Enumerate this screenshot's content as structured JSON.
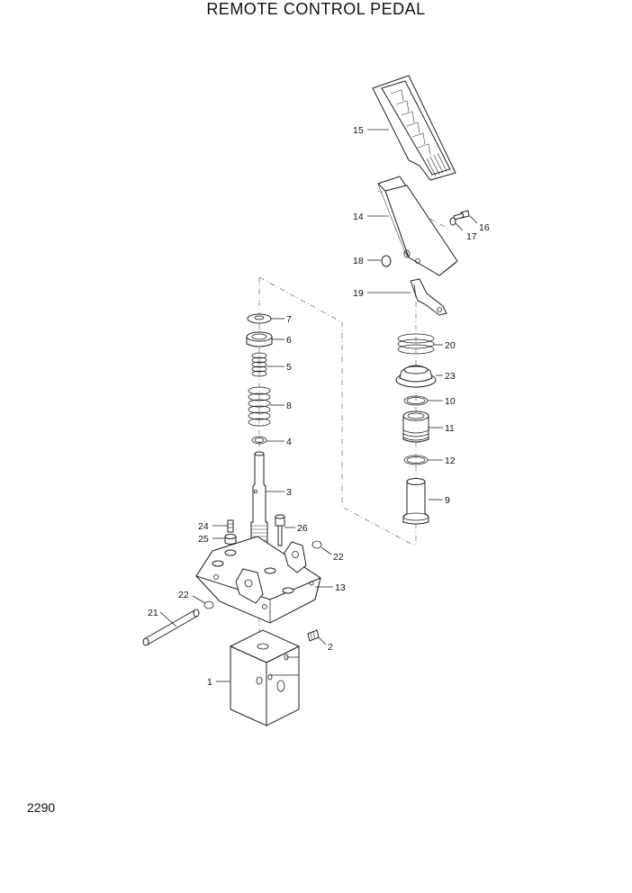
{
  "title": "REMOTE CONTROL PEDAL",
  "page_number": "2290",
  "callouts": [
    {
      "id": "c15",
      "label": "15"
    },
    {
      "id": "c14",
      "label": "14"
    },
    {
      "id": "c16",
      "label": "16"
    },
    {
      "id": "c17",
      "label": "17"
    },
    {
      "id": "c18",
      "label": "18"
    },
    {
      "id": "c19",
      "label": "19"
    },
    {
      "id": "c20",
      "label": "20"
    },
    {
      "id": "c23",
      "label": "23"
    },
    {
      "id": "c10",
      "label": "10"
    },
    {
      "id": "c11",
      "label": "11"
    },
    {
      "id": "c12",
      "label": "12"
    },
    {
      "id": "c9",
      "label": "9"
    },
    {
      "id": "c7",
      "label": "7"
    },
    {
      "id": "c6",
      "label": "6"
    },
    {
      "id": "c5",
      "label": "5"
    },
    {
      "id": "c8",
      "label": "8"
    },
    {
      "id": "c4",
      "label": "4"
    },
    {
      "id": "c3",
      "label": "3"
    },
    {
      "id": "c24",
      "label": "24"
    },
    {
      "id": "c25",
      "label": "25"
    },
    {
      "id": "c26",
      "label": "26"
    },
    {
      "id": "c22a",
      "label": "22"
    },
    {
      "id": "c22b",
      "label": "22"
    },
    {
      "id": "c13",
      "label": "13"
    },
    {
      "id": "c21",
      "label": "21"
    },
    {
      "id": "c2",
      "label": "2"
    },
    {
      "id": "c1",
      "label": "1"
    }
  ]
}
